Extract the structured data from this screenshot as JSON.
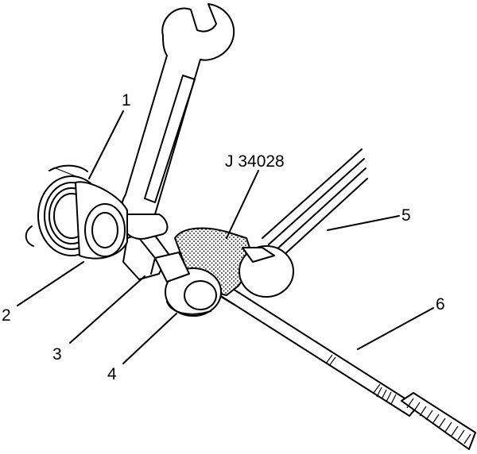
{
  "diagram": {
    "tool_label": "J 34028",
    "callouts": [
      "1",
      "2",
      "3",
      "4",
      "5",
      "6"
    ]
  },
  "colors": {
    "line": "#000000",
    "background": "#ffffff",
    "stipple": "#000000"
  }
}
